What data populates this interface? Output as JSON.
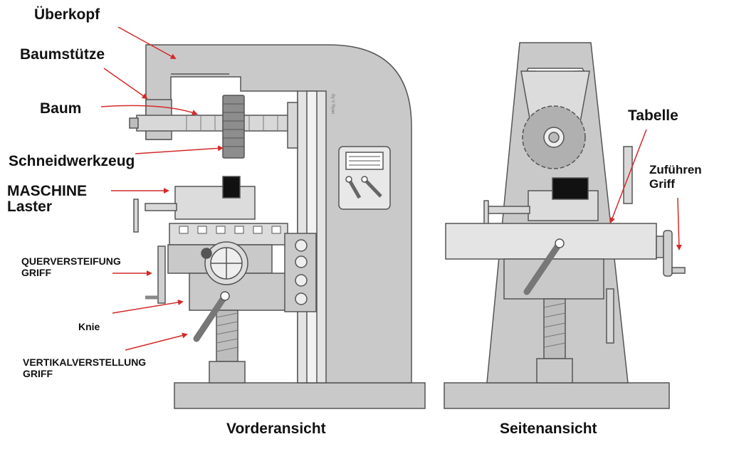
{
  "labels": {
    "ueberkopf": "Überkopf",
    "baumstuetze": "Baumstütze",
    "baum": "Baum",
    "schneidwerkzeug": "Schneidwerkzeug",
    "maschine": "MASCHINE",
    "laster": "Laster",
    "querversteifung": "QUERVERSTEIFUNG",
    "griff_quer": "GRIFF",
    "knie": "Knie",
    "vertikalverstellung": "VERTIKALVERSTELLUNG",
    "griff_vertikal": "GRIFF",
    "tabelle": "Tabelle",
    "zufuehren": "Zuführen",
    "griff_zufuehren": "Griff",
    "watermark": "By V Ryan"
  },
  "captions": {
    "front": "Vorderansicht",
    "side": "Seitenansicht"
  },
  "colors": {
    "machine_fill": "#c9c9c9",
    "machine_light": "#e4e4e4",
    "machine_dark": "#a9a9a9",
    "outline": "#555555",
    "arrow": "#d42a2a",
    "black_part": "#111111"
  }
}
